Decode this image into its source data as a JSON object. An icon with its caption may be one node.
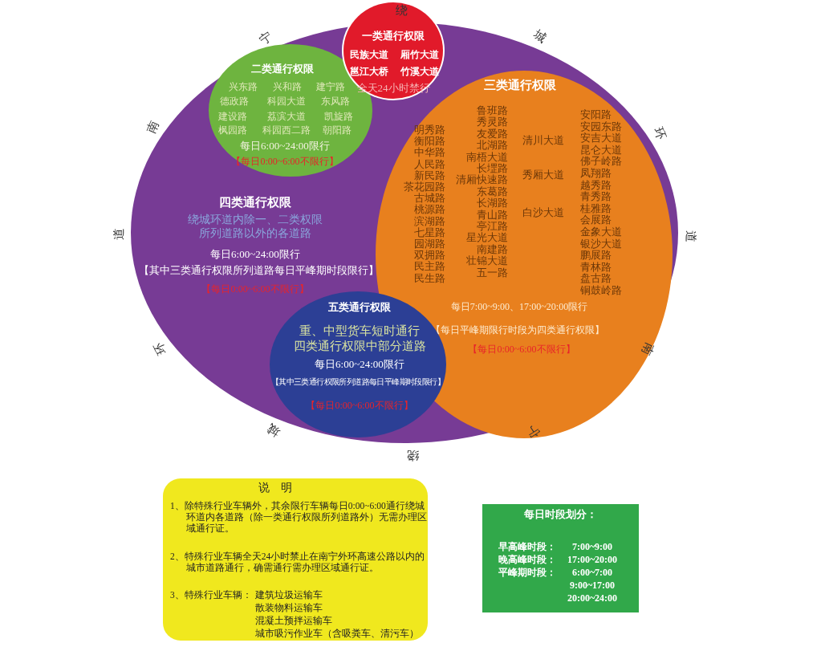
{
  "diagram": {
    "nodes": [
      {
        "text": [
          "一类通行权限",
          "民族大道",
          "厢竹大道",
          "邕江大桥",
          "竹溪大道",
          "全天24小时禁行"
        ]
      },
      {
        "text": [
          "四类通行权限",
          "绕城环道内除一、二类权限所列道路以外的各道路",
          "每日6:00~24:00限行",
          "【其中三类通行权限所列道路每日平峰期时段限行】",
          "【每日0:00~6:00不限行】"
        ]
      },
      {
        "text": [
          "二类通行权限",
          "兴东路",
          "兴和路",
          "建宁路",
          "德政路",
          "科园大道",
          "东风路",
          "建设路",
          "荔滨大道",
          "凯旋路",
          "枫园路",
          "科园西二路",
          "朝阳路",
          "每日6:00~24:00限行",
          "【每日0:00~6:00不限行】"
        ],
        "in": 1
      },
      {
        "text": [
          "三类通行权限",
          "明秀路",
          "衡阳路",
          "中华路",
          "人民路",
          "新民路",
          "茶花园路",
          "古城路",
          "桃源路",
          "滨湖路",
          "七星路",
          "园湖路",
          "双拥路",
          "民主路",
          "民生路",
          "鲁班路",
          "秀灵路",
          "友爱路",
          "北湖路",
          "南梧大道",
          "长堽路",
          "清厢快速路",
          "东葛路",
          "长湖路",
          "青山路",
          "亭江路",
          "星光大道",
          "南建路",
          "壮锦大道",
          "五一路",
          "清川大道",
          "秀厢大道",
          "白沙大道",
          "安阳路",
          "安园东路",
          "安吉大道",
          "昆仑大道",
          "佛子岭路",
          "凤翔路",
          "越秀路",
          "青秀路",
          "桂雅路",
          "会展路",
          "金象大道",
          "银沙大道",
          "鹏展路",
          "青林路",
          "盘古路",
          "铜鼓岭路",
          "每日7:00~9:00、17:00~20:00限行",
          "【每日平峰期限行时段为四类通行权限】",
          "【每日0:00~6:00不限行】"
        ],
        "in": 1
      },
      {
        "text": [
          "五类通行权限",
          "重、中型货车短时通行",
          "四类通行权限中部分道路",
          "每日6:00~24:00限行",
          "【其中三类通行权限所列道路每日平峰期时段限行】",
          "【每日0:00~6:00不限行】"
        ],
        "in": 1
      },
      {
        "text": [
          "说明",
          "1、除特殊行业车辆外，其余限行车辆每日0:00~6:00通行绕城环道内各道路（除一类通行权限所列道路外）无需办理区域通行证。",
          "2、特殊行业车辆全天24小时禁止在南宁外环高速公路以内的城市道路通行，确需通行需办理区域通行证。",
          "3、特殊行业车辆：",
          "建筑垃圾运输车",
          "散装物料运输车",
          "混凝土预拌运输车",
          "城市吸污作业车（含吸粪车、清污车）"
        ]
      },
      {
        "text": [
          "每日时段划分：",
          "早高峰时段：",
          "7:00~9:00",
          "晚高峰时段：",
          "17:00~20:00",
          "平峰期时段：",
          "6:00~7:00",
          "9:00~17:00",
          "20:00~24:00"
        ]
      }
    ],
    "labels": [
      "绕",
      "城",
      "环",
      "道",
      "南",
      "宁",
      "绕",
      "城",
      "环",
      "道",
      "南",
      "宁"
    ]
  }
}
